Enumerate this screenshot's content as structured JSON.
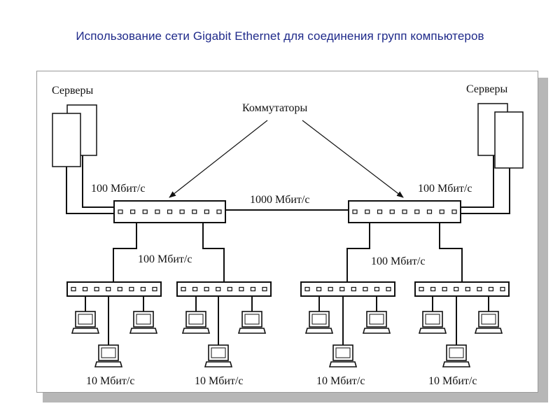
{
  "slide": {
    "title": "Использование сети Gigabit Ethernet для соединения групп компьютеров"
  },
  "diagram": {
    "servers_left_label": "Серверы",
    "servers_right_label": "Серверы",
    "switches_label": "Коммутаторы",
    "core_speed_label": "1000 Мбит/с",
    "left_server_speed_label": "100 Мбит/с",
    "right_server_speed_label": "100 Мбит/с",
    "left_access_speed_label": "100 Мбит/с",
    "right_access_speed_label": "100 Мбит/с",
    "pc_speed_labels": [
      "10 Мбит/с",
      "10 Мбит/с",
      "10 Мбит/с",
      "10 Мбит/с"
    ]
  },
  "colors": {
    "title": "#1f2a8a",
    "lines": "#111111",
    "frame_shadow": "#b7b7b7"
  }
}
